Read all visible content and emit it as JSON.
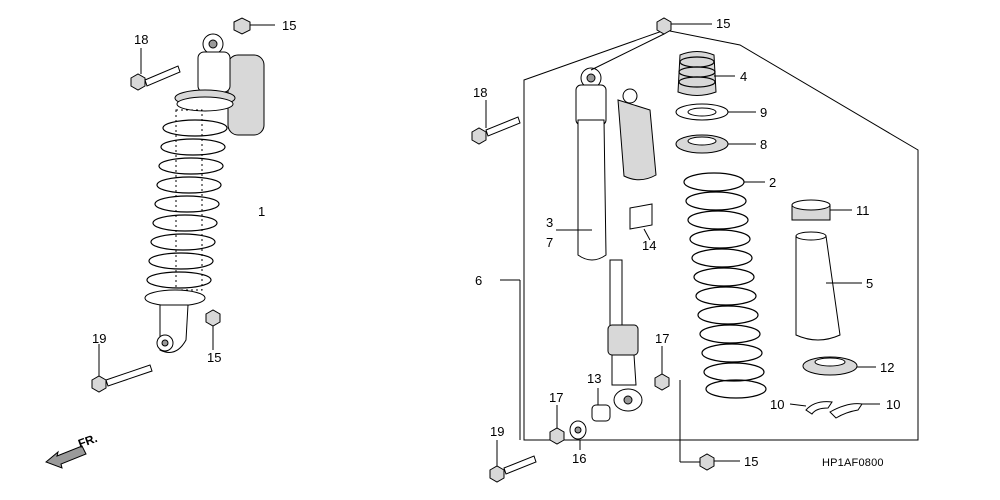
{
  "diagram": {
    "code": "HP1AF0800",
    "direction_label": "FR.",
    "callouts": {
      "c1": "1",
      "c2": "2",
      "c3": "3",
      "c4": "4",
      "c5": "5",
      "c6": "6",
      "c7": "7",
      "c8": "8",
      "c9": "9",
      "c10a": "10",
      "c10b": "10",
      "c11": "11",
      "c12": "12",
      "c13": "13",
      "c14": "14",
      "c15a": "15",
      "c15b": "15",
      "c15c": "15",
      "c15d": "15",
      "c16": "16",
      "c17a": "17",
      "c17b": "17",
      "c18a": "18",
      "c18b": "18",
      "c19a": "19",
      "c19b": "19"
    }
  }
}
